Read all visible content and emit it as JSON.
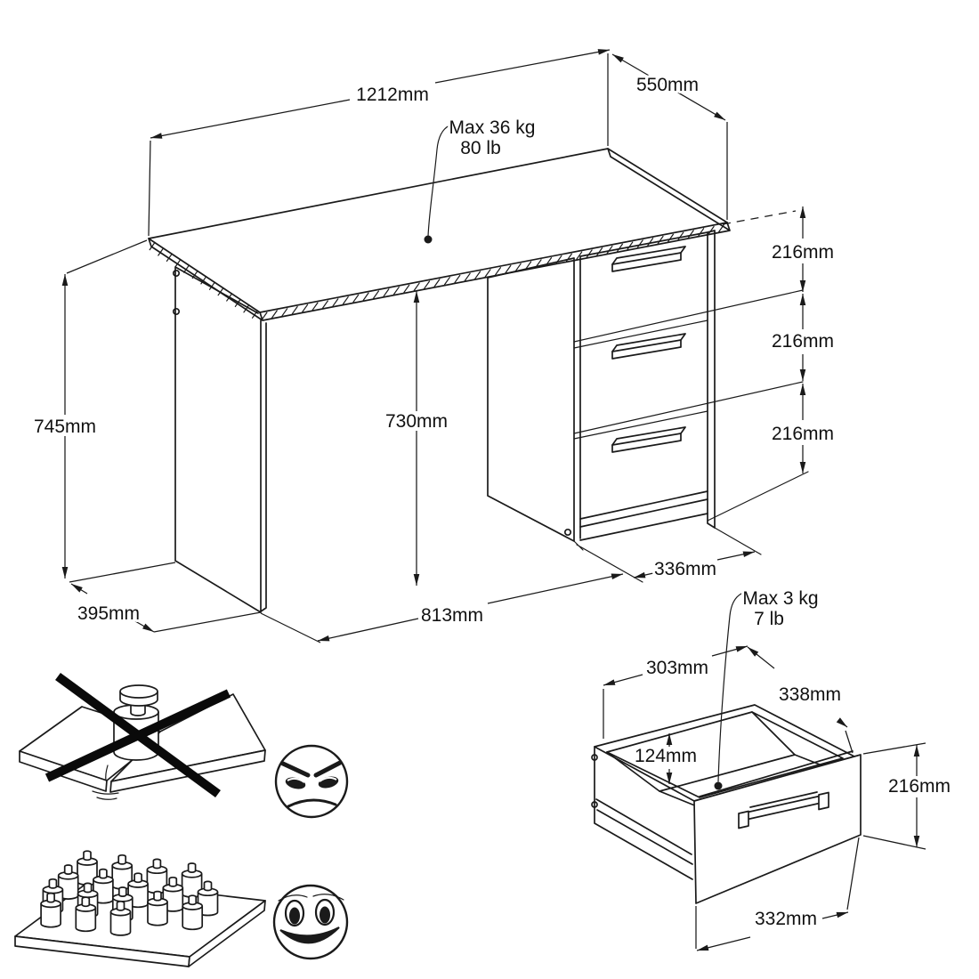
{
  "page": {
    "background_color": "#ffffff",
    "line_color": "#1a1a1a"
  },
  "desk": {
    "width_label": "1212mm",
    "depth_label": "550mm",
    "height_label": "745mm",
    "side_panel_depth_label": "395mm",
    "knee_clearance_height_label": "730mm",
    "knee_clearance_width_label": "813mm",
    "pedestal_depth_label": "336mm",
    "drawer_front_heights": [
      "216mm",
      "216mm",
      "216mm"
    ],
    "desktop_max_load": {
      "metric": "Max 36 kg",
      "imperial": "80 lb"
    }
  },
  "drawer_detail": {
    "max_load": {
      "metric": "Max 3 kg",
      "imperial": "7 lb"
    },
    "inner_width_label": "303mm",
    "outer_depth_label": "338mm",
    "inner_depth_label": "124mm",
    "front_height_label": "216mm",
    "front_width_label": "332mm"
  },
  "pictograms": {
    "icons": [
      "no-point-load-icon",
      "angry-face-icon",
      "distributed-load-icon",
      "smiley-face-icon"
    ]
  }
}
